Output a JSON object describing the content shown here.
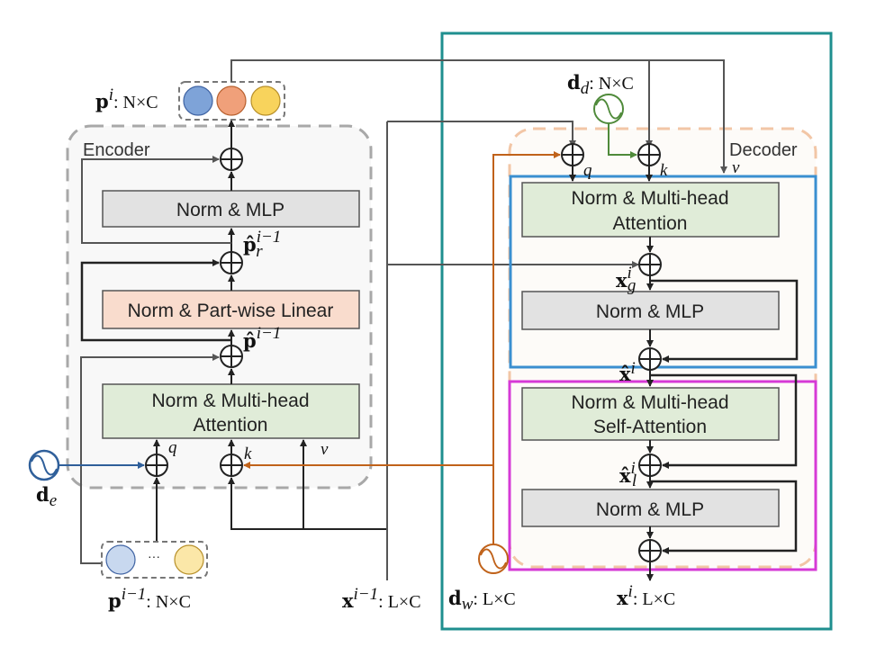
{
  "colors": {
    "outer_frame": "#1f8f8f",
    "decoder_blue_frame": "#3a8fd0",
    "decoder_magenta_frame": "#d63ad6",
    "encoder_dash": "#a8a8a8",
    "decoder_dash": "#f2c6a6",
    "attention_fill": "#e0ecd8",
    "mlp_fill": "#e2e2e2",
    "partwise_fill": "#f9dccd",
    "line_dark": "#222222",
    "line_gray": "#555555",
    "orange_line": "#c0621a",
    "blue_line": "#2f5f9a",
    "green_line": "#4f8a3a",
    "token_blue": "#7ea3d8",
    "token_orange": "#f0a07a",
    "token_yellow": "#f8d35c",
    "token_blue_light": "#c8d8ef",
    "token_yellow_light": "#fbe7a8"
  },
  "encoder": {
    "title": "Encoder",
    "mlp_label": "Norm & MLP",
    "partwise_label": "Norm & Part-wise Linear",
    "attention_line1": "Norm & Multi-head",
    "attention_line2": "Attention",
    "q_label": "q",
    "k_label": "k",
    "v_label": "v",
    "p_hat_r_base": "p̂",
    "p_hat_r_sup": "i−1",
    "p_hat_r_sub": "r",
    "p_hat_base": "p̂",
    "p_hat_sup": "i−1",
    "d_e_base": "d",
    "d_e_sub": "e"
  },
  "inputs": {
    "p_prev_base": "p",
    "p_prev_sup": "i−1",
    "p_prev_shape": ": N×C",
    "p_prev_ellipsis": "···",
    "x_prev_base": "x",
    "x_prev_sup": "i−1",
    "x_prev_shape": ": L×C"
  },
  "outputs": {
    "p_base": "p",
    "p_sup": "i",
    "p_shape": ": N×C",
    "x_base": "x",
    "x_sup": "i",
    "x_shape": ": L×C"
  },
  "decoder": {
    "title": "Decoder",
    "q_label": "q",
    "k_label": "k",
    "v_label": "v",
    "cross_attention_line1": "Norm & Multi-head",
    "cross_attention_line2": "Attention",
    "mlp1_label": "Norm & MLP",
    "self_attention_line1": "Norm & Multi-head",
    "self_attention_line2": "Self-Attention",
    "mlp2_label": "Norm & MLP",
    "x_g_base": "x",
    "x_g_sup": "i",
    "x_g_sub": "g",
    "x_hat_base": "x̂",
    "x_hat_sup": "i",
    "x_hat_l_base": "x̂",
    "x_hat_l_sup": "i",
    "x_hat_l_sub": "l",
    "d_d_base": "d",
    "d_d_sub": "d",
    "d_d_shape": ": N×C",
    "d_w_base": "d",
    "d_w_sub": "w",
    "d_w_shape": ": L×C"
  }
}
